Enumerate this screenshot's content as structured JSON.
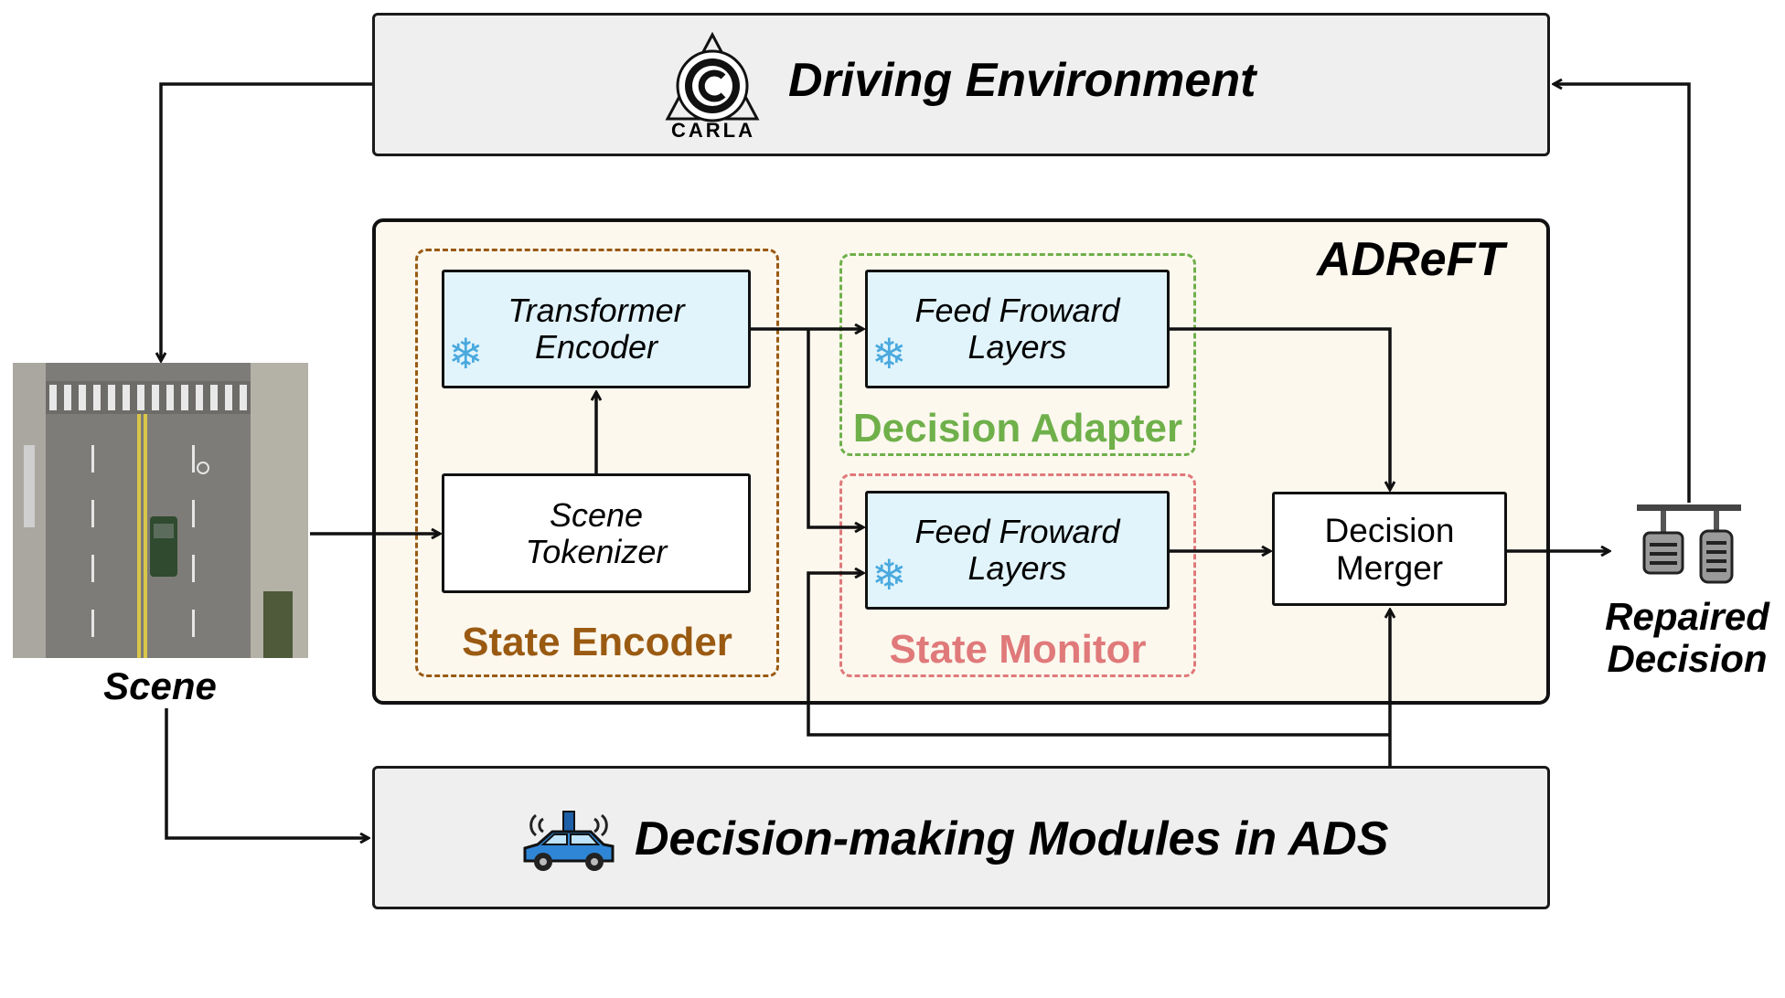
{
  "driving_environment": {
    "label": "Driving Environment",
    "logo_text": "CARLA",
    "logo_icon": "carla-logo-icon"
  },
  "adreft": {
    "title": "ADReFT",
    "state_encoder": {
      "label": "State Encoder",
      "transformer_encoder": {
        "line1": "Transformer",
        "line2": "Encoder",
        "icon": "snowflake-icon"
      },
      "scene_tokenizer": {
        "line1": "Scene",
        "line2": "Tokenizer"
      }
    },
    "decision_adapter": {
      "label": "Decision Adapter",
      "ffn": {
        "line1": "Feed Froward",
        "line2": "Layers",
        "icon": "snowflake-icon"
      }
    },
    "state_monitor": {
      "label": "State Monitor",
      "ffn": {
        "line1": "Feed Froward",
        "line2": "Layers",
        "icon": "snowflake-icon"
      }
    },
    "decision_merger": {
      "line1": "Decision",
      "line2": "Merger"
    }
  },
  "scene": {
    "label": "Scene"
  },
  "decision_modules": {
    "label": "Decision-making Modules in ADS",
    "icon": "autonomous-car-icon"
  },
  "repaired_decision": {
    "line1": "Repaired",
    "line2": "Decision",
    "icon": "pedals-icon"
  },
  "colors": {
    "state_encoder": "#9a5a12",
    "decision_adapter": "#6fb04a",
    "state_monitor": "#e0797a",
    "frozen_block_fill": "#e1f4fc",
    "panel_fill": "#fcf8ee",
    "grey_box_fill": "#efefef"
  }
}
